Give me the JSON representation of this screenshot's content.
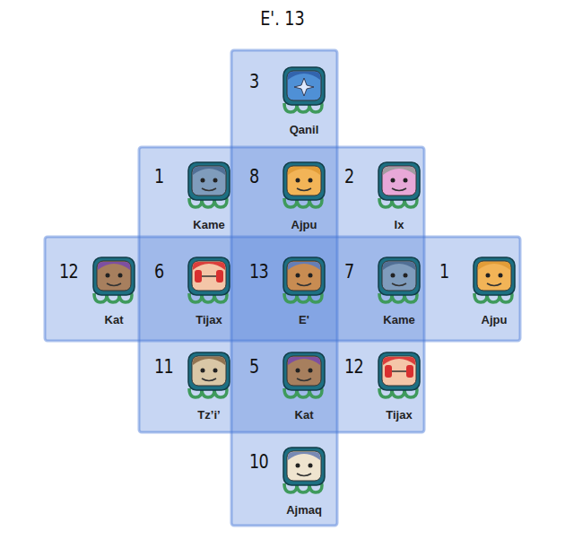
{
  "diagram": {
    "title": "E'. 13",
    "nodes": [
      {
        "text": [
          "3",
          "Qanil"
        ]
      },
      {
        "text": [
          "1",
          "Kame"
        ]
      },
      {
        "text": [
          "8",
          "Ajpu"
        ]
      },
      {
        "text": [
          "2",
          "Ix"
        ]
      },
      {
        "text": [
          "12",
          "Kat"
        ]
      },
      {
        "text": [
          "6",
          "Tijax"
        ]
      },
      {
        "text": [
          "13",
          "E'"
        ]
      },
      {
        "text": [
          "7",
          "Kame"
        ]
      },
      {
        "text": [
          "1",
          "Ajpu"
        ]
      },
      {
        "text": [
          "11",
          "Tz’i’"
        ]
      },
      {
        "text": [
          "5",
          "Kat"
        ]
      },
      {
        "text": [
          "12",
          "Tijax"
        ]
      },
      {
        "text": [
          "10",
          "Ajmaq"
        ]
      }
    ]
  }
}
